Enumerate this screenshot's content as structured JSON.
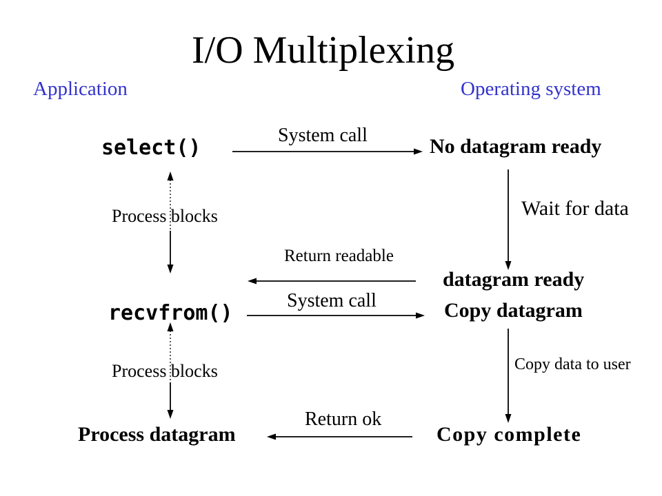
{
  "title": "I/O Multiplexing",
  "columns": {
    "left_label": "Application",
    "right_label": "Operating system",
    "label_color": "#3333cc"
  },
  "nodes": {
    "select_call": "select()",
    "no_datagram_ready": "No datagram ready",
    "datagram_ready": "datagram ready",
    "recvfrom_call": "recvfrom()",
    "copy_datagram": "Copy datagram",
    "process_datagram": "Process datagram",
    "copy_complete": "Copy complete"
  },
  "labels": {
    "system_call_1": "System call",
    "process_blocks_1": "Process blocks",
    "wait_for_data": "Wait for data",
    "return_readable": "Return readable",
    "system_call_2": "System call",
    "process_blocks_2": "Process blocks",
    "copy_data_to_user": "Copy data to user",
    "return_ok": "Return ok"
  },
  "edges": [
    {
      "from": "select()",
      "to": "No datagram ready",
      "label": "System call",
      "direction": "right",
      "style": "solid"
    },
    {
      "from": "select()",
      "to": "recvfrom()",
      "label": "Process blocks",
      "direction": "both-vertical",
      "style": "dotted-solid"
    },
    {
      "from": "No datagram ready",
      "to": "datagram ready",
      "label": "Wait for data",
      "direction": "down",
      "style": "solid"
    },
    {
      "from": "datagram ready",
      "to": "application",
      "label": "Return readable",
      "direction": "left",
      "style": "solid"
    },
    {
      "from": "recvfrom()",
      "to": "Copy datagram",
      "label": "System call",
      "direction": "right",
      "style": "solid"
    },
    {
      "from": "recvfrom()",
      "to": "Process datagram",
      "label": "Process blocks",
      "direction": "both-vertical",
      "style": "dotted-solid"
    },
    {
      "from": "Copy datagram",
      "to": "Copy complete",
      "label": "Copy data to user",
      "direction": "down",
      "style": "solid"
    },
    {
      "from": "Copy complete",
      "to": "Process datagram",
      "label": "Return ok",
      "direction": "left",
      "style": "solid"
    }
  ]
}
